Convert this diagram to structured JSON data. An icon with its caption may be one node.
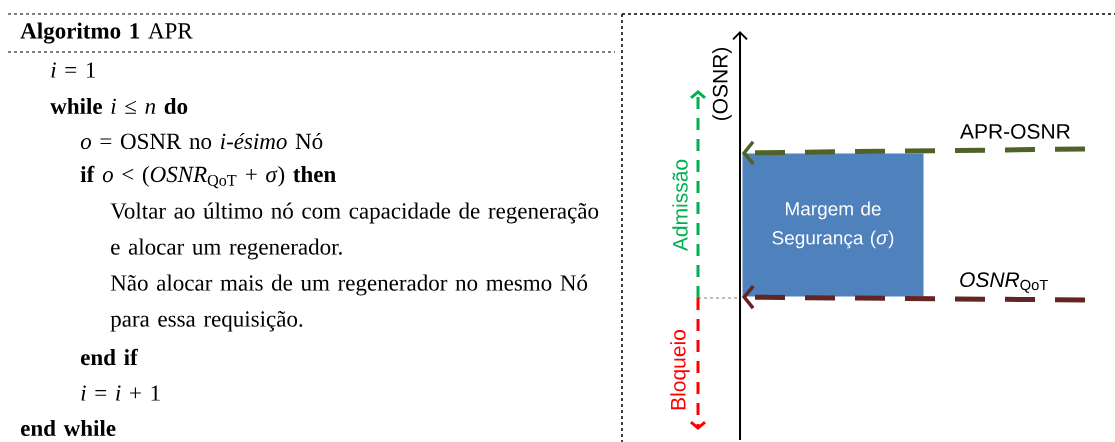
{
  "diagram": {
    "nodes": [
      {
        "text": [
          "Margem de Segurança (*σ*)"
        ]
      },
      {
        "text": [
          "APR-OSNR"
        ]
      },
      {
        "text": [
          "*OSNR*$_{QoT}$"
        ]
      }
    ],
    "edges": [
      {
        "from": 1,
        "to": 0,
        "arrow": "to",
        "style": "dashed",
        "color": "#4f6228"
      },
      {
        "from": 2,
        "to": 0,
        "arrow": "to",
        "style": "dashed",
        "color": "#632523"
      }
    ],
    "labels": [
      "**Algoritmo 1** APR",
      "*i* = 1",
      "**while** *i* ≤ *n* **do**",
      "*o* = OSNR no *i-ésimo* Nó",
      "**if** *o* < (*OSNR*$_{QoT}$ + *σ*) **then**",
      "Voltar ao último nó com capacidade de regeneração e alocar um regenerador.",
      "Não alocar mais de um regenerador no mesmo Nó para essa requisição.",
      "end if",
      "*i* = *i* + 1",
      "end while",
      "(OSNR)",
      "Admissão",
      "Bloqueio"
    ]
  }
}
